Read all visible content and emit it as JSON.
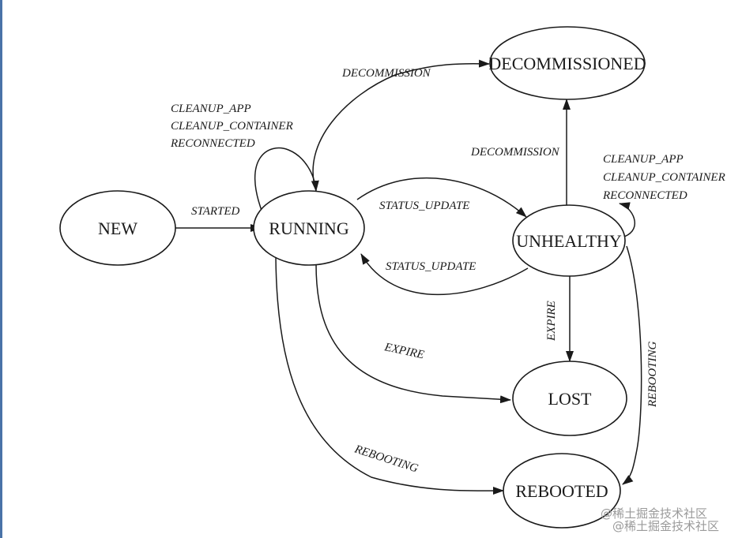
{
  "diagram": {
    "states": {
      "new": "NEW",
      "running": "RUNNING",
      "unhealthy": "UNHEALTHY",
      "decommissioned": "DECOMMISSIONED",
      "lost": "LOST",
      "rebooted": "REBOOTED"
    },
    "edges": {
      "started": "STARTED",
      "decommission_running": "DECOMMISSION",
      "decommission_unhealthy": "DECOMMISSION",
      "status_update_to_unhealthy": "STATUS_UPDATE",
      "status_update_to_running": "STATUS_UPDATE",
      "expire_running": "EXPIRE",
      "expire_unhealthy": "EXPIRE",
      "rebooting_running": "REBOOTING",
      "rebooting_unhealthy": "REBOOTING",
      "running_self_loop": [
        "CLEANUP_APP",
        "CLEANUP_CONTAINER",
        "RECONNECTED"
      ],
      "unhealthy_self_loop": [
        "CLEANUP_APP",
        "CLEANUP_CONTAINER",
        "RECONNECTED"
      ]
    }
  },
  "watermark": {
    "line1": "@稀土掘金技术社区",
    "line2": "@稀土掘金技术社区"
  }
}
